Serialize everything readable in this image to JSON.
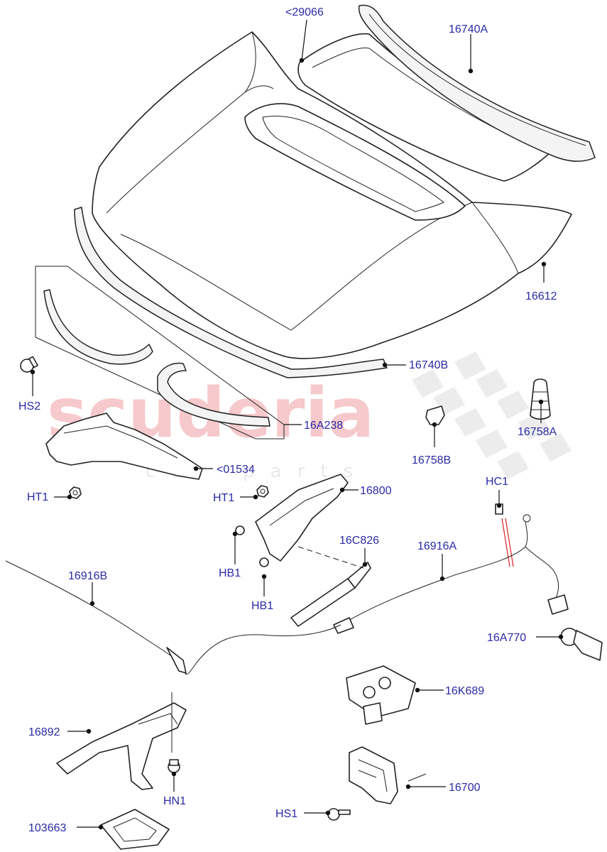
{
  "watermark": {
    "brand": "scuderia",
    "sub": "car parts"
  },
  "labels": {
    "l29066": "<29066",
    "l16740A": "16740A",
    "l16612": "16612",
    "l16740B": "16740B",
    "lHS2": "HS2",
    "l16A238": "16A238",
    "l16758A": "16758A",
    "l16758B": "16758B",
    "l01534": "<01534",
    "lHT1a": "HT1",
    "lHT1b": "HT1",
    "l16800": "16800",
    "lHC1": "HC1",
    "l16C826": "16C826",
    "l16916A": "16916A",
    "l16916B": "16916B",
    "lHB1a": "HB1",
    "lHB1b": "HB1",
    "l16A770": "16A770",
    "l16K689": "16K689",
    "l16892": "16892",
    "lHN1": "HN1",
    "l16700": "16700",
    "lHS1": "HS1",
    "l103663": "103663"
  }
}
